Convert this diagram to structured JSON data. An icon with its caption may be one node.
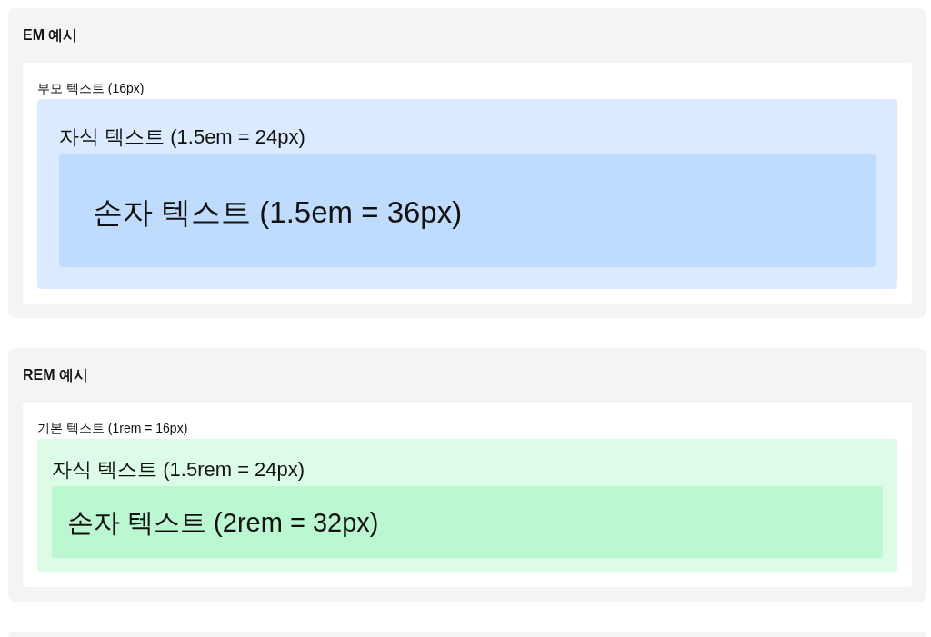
{
  "diagram": {
    "nodes": [
      {
        "text": [
          "EM 예시"
        ]
      },
      {
        "text": [
          "부모 텍스트 (16px)"
        ],
        "in": 0
      },
      {
        "text": [
          "자식 텍스트 (1.5em = 24px)"
        ],
        "in": 1
      },
      {
        "text": [
          "손자 텍스트 (1.5em = 36px)"
        ],
        "in": 2
      },
      {
        "text": [
          "REM 예시"
        ]
      },
      {
        "text": [
          "기본 텍스트 (1rem = 16px)"
        ],
        "in": 4
      },
      {
        "text": [
          "자식 텍스트 (1.5rem = 24px)"
        ],
        "in": 5
      },
      {
        "text": [
          "손자 텍스트 (2rem = 32px)"
        ],
        "in": 6
      },
      {
        "text": [],
        "shape": "box"
      }
    ]
  }
}
